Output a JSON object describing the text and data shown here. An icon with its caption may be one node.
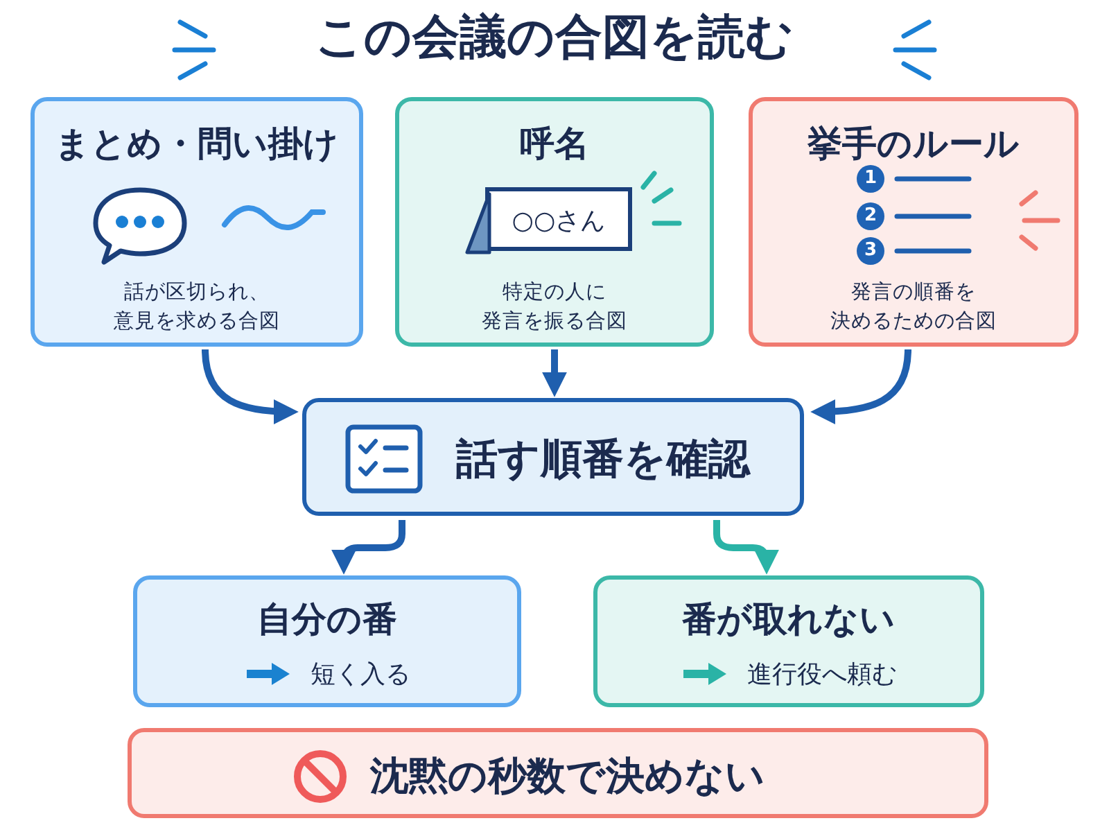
{
  "diagram": {
    "title": "この会議の合図を読む",
    "nodes": [
      {
        "text": [
          "まとめ・問い掛け",
          "話が区切られ、意見を求める合図"
        ]
      },
      {
        "text": [
          "呼名",
          "特定の人に発言を振る合図"
        ]
      },
      {
        "text": [
          "○○さん"
        ],
        "in": 1
      },
      {
        "text": [
          "挙手のルール",
          "発言の順番を決めるための合図"
        ]
      },
      {
        "text": [
          "1"
        ],
        "in": 3
      },
      {
        "text": [
          "2"
        ],
        "in": 3
      },
      {
        "text": [
          "3"
        ],
        "in": 3
      },
      {
        "text": [
          "話す順番を確認"
        ]
      },
      {
        "text": [
          "自分の番",
          "短く入る"
        ]
      },
      {
        "text": [
          "番が取れない",
          "進行役へ頼む"
        ]
      },
      {
        "text": [
          "沈黙の秒数で決めない"
        ]
      }
    ],
    "edges": [
      {
        "from": 0,
        "to": 7,
        "arrow": "to"
      },
      {
        "from": 1,
        "to": 7,
        "arrow": "to"
      },
      {
        "from": 3,
        "to": 7,
        "arrow": "to"
      },
      {
        "from": 7,
        "to": 8,
        "arrow": "to"
      },
      {
        "from": 7,
        "to": 9,
        "arrow": "to",
        "color": "#2ab3a6"
      }
    ]
  }
}
